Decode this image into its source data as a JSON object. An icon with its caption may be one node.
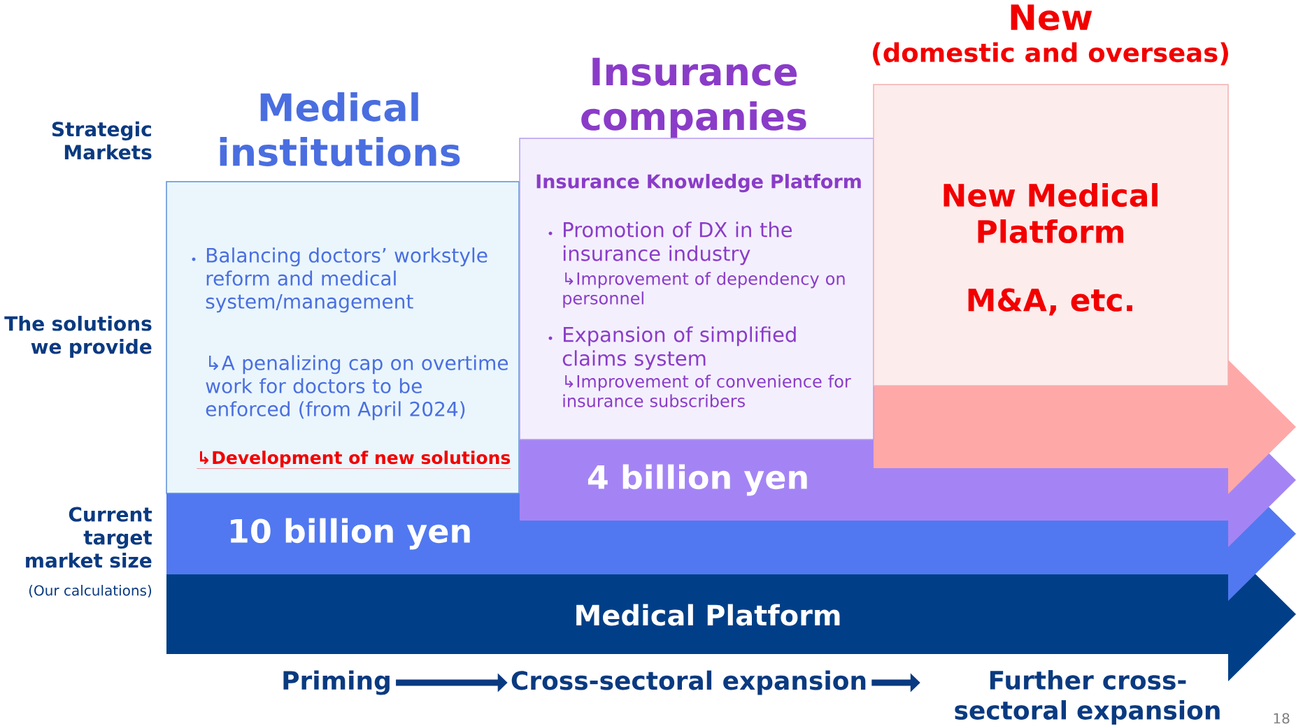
{
  "diagram": {
    "nodes": [
      {
        "text": [
          "Medical institutions",
          "Balancing doctors’ workstyle reform and medical system/management",
          "↳A penalizing cap on overtime work for doctors to be enforced (from April 2024)",
          "↳Development of new solutions"
        ]
      },
      {
        "text": [
          "Insurance companies",
          "Insurance Knowledge Platform",
          "Promotion of DX in the insurance industry",
          "↳Improvement of dependency on personnel",
          "Expansion of simplified claims system",
          "↳Improvement of convenience for insurance subscribers"
        ]
      },
      {
        "text": [
          "New",
          "(domestic and overseas)",
          "New Medical Platform",
          "M&A, etc."
        ]
      },
      {
        "text": [],
        "shape": "arrow"
      },
      {
        "text": [
          "4 billion yen"
        ]
      },
      {
        "text": [
          "10 billion yen"
        ]
      },
      {
        "text": [
          "Medical Platform"
        ]
      },
      {
        "text": [
          "Priming"
        ]
      },
      {
        "text": [
          "Cross-sectoral expansion"
        ]
      },
      {
        "text": [
          "Further cross-sectoral expansion"
        ]
      }
    ],
    "edges": [
      {
        "from": 7,
        "to": 8,
        "arrow": "to"
      },
      {
        "from": 8,
        "to": 9,
        "arrow": "to"
      }
    ],
    "labels": [
      "Strategic Markets",
      "The solutions we provide",
      "Current target market size",
      "(Our calculations)",
      "18"
    ]
  }
}
